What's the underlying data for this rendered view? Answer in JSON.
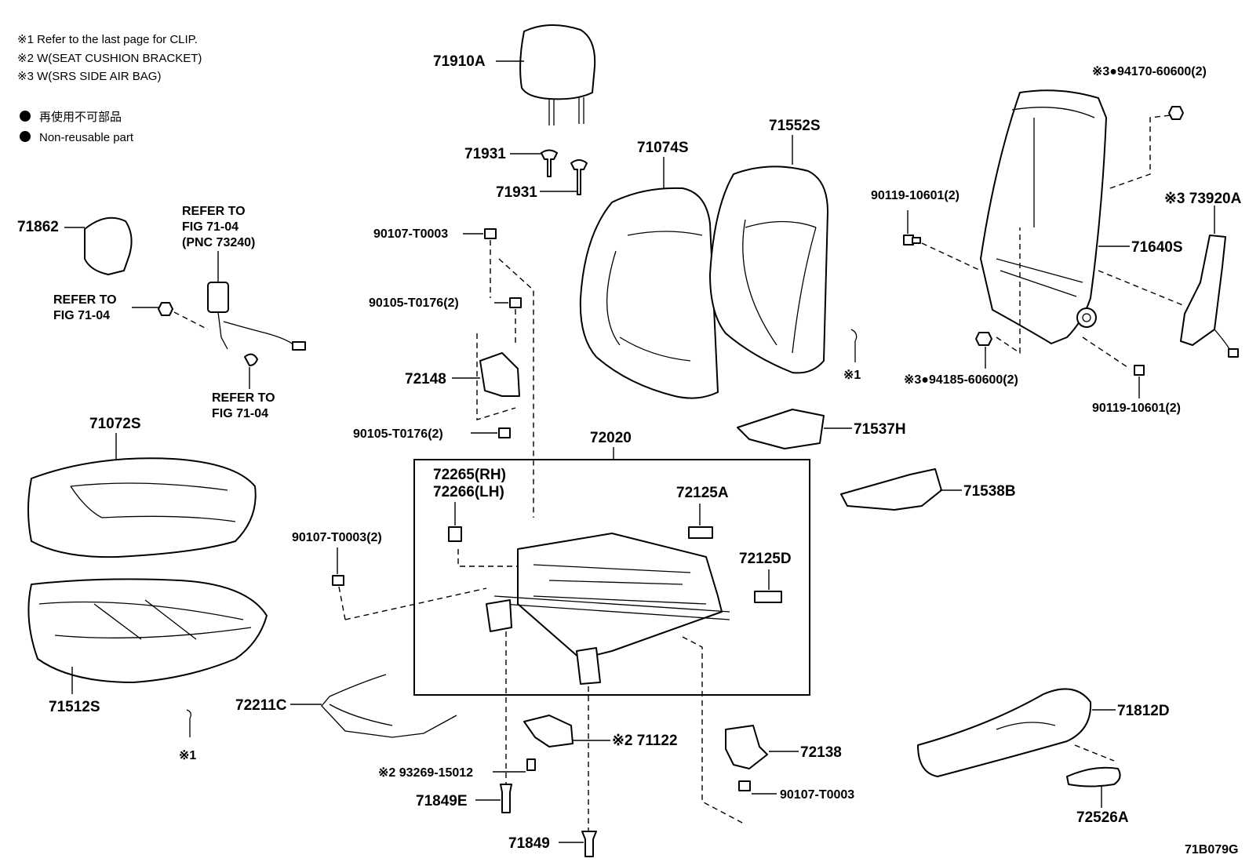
{
  "notes": {
    "note1": "※1 Refer to the last page for CLIP.",
    "note2": "※2 W(SEAT CUSHION BRACKET)",
    "note3": "※3 W(SRS SIDE AIR BAG)",
    "legend_jp": "再使用不可部品",
    "legend_en": "Non-reusable part"
  },
  "diagram_id": "71B079G",
  "refer": {
    "a_line1": "REFER TO",
    "a_line2": "FIG 71-04",
    "a_line3": "(PNC 73240)",
    "b_line1": "REFER TO",
    "b_line2": "FIG 71-04",
    "c_line1": "REFER TO",
    "c_line2": "FIG 71-04"
  },
  "parts": {
    "p71910A": "71910A",
    "p71931a": "71931",
    "p71931b": "71931",
    "p71074S": "71074S",
    "p71552S": "71552S",
    "p9417060600": "※3●94170-60600(2)",
    "p9011910601a": "90119-10601(2)",
    "p73920A": "※3 73920A",
    "p71640S": "71640S",
    "p9418560600": "※3●94185-60600(2)",
    "p9011910601b": "90119-10601(2)",
    "p71862": "71862",
    "p90107T0003a": "90107-T0003",
    "p90105T0176a": "90105-T0176(2)",
    "p72148": "72148",
    "p90105T0176b": "90105-T0176(2)",
    "p71072S": "71072S",
    "p72020": "72020",
    "p72265": "72265(RH)",
    "p72266": "72266(LH)",
    "p72125A": "72125A",
    "p72125D": "72125D",
    "p90107T0003b": "90107-T0003(2)",
    "p71537H": "71537H",
    "p71538B": "71538B",
    "p71512S": "71512S",
    "p72211C": "72211C",
    "p71122": "※2 71122",
    "p93269": "※2 93269-15012",
    "p71849E": "71849E",
    "p71849": "71849",
    "p72138": "72138",
    "p90107T0003c": "90107-T0003",
    "p71812D": "71812D",
    "p72526A": "72526A",
    "clip1": "※1",
    "clip2": "※1"
  }
}
